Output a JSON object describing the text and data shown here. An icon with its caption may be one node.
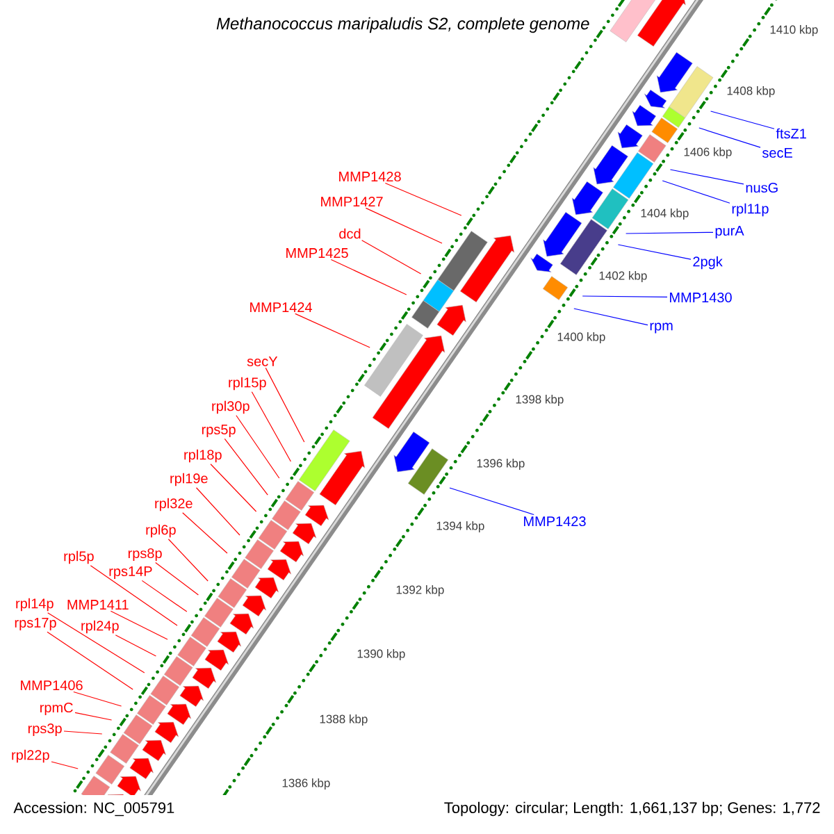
{
  "diagram": {
    "title": "Methanococcus maripaludis S2, complete genome",
    "nodes": [
      {
        "text": [
          "MMP1428"
        ]
      },
      {
        "text": [
          "MMP1427"
        ]
      },
      {
        "text": [
          "dcd"
        ]
      },
      {
        "text": [
          "MMP1425"
        ]
      },
      {
        "text": [
          "MMP1424"
        ]
      },
      {
        "text": [
          "secY"
        ]
      },
      {
        "text": [
          "rpl15p"
        ]
      },
      {
        "text": [
          "rpl30p"
        ]
      },
      {
        "text": [
          "rps5p"
        ]
      },
      {
        "text": [
          "rpl18p"
        ]
      },
      {
        "text": [
          "rpl19e"
        ]
      },
      {
        "text": [
          "rpl32e"
        ]
      },
      {
        "text": [
          "rpl6p"
        ]
      },
      {
        "text": [
          "rpl5p"
        ]
      },
      {
        "text": [
          "rps8p"
        ]
      },
      {
        "text": [
          "rps14P"
        ]
      },
      {
        "text": [
          "rpl14p"
        ]
      },
      {
        "text": [
          "MMP1411"
        ]
      },
      {
        "text": [
          "rps17p"
        ]
      },
      {
        "text": [
          "rpl24p"
        ]
      },
      {
        "text": [
          "MMP1406"
        ]
      },
      {
        "text": [
          "rpmC"
        ]
      },
      {
        "text": [
          "rps3p"
        ]
      },
      {
        "text": [
          "rpl22p"
        ]
      },
      {
        "text": [
          "ftsZ1"
        ]
      },
      {
        "text": [
          "secE"
        ]
      },
      {
        "text": [
          "nusG"
        ]
      },
      {
        "text": [
          "rpl11p"
        ]
      },
      {
        "text": [
          "purA"
        ]
      },
      {
        "text": [
          "2pgk"
        ]
      },
      {
        "text": [
          "MMP1430"
        ]
      },
      {
        "text": [
          "rpm"
        ]
      },
      {
        "text": [
          "MMP1423"
        ]
      }
    ],
    "edges": [
      {
        "from": 0,
        "to": null,
        "arrow": "none"
      },
      {
        "from": 1,
        "to": null,
        "arrow": "none"
      },
      {
        "from": 2,
        "to": null,
        "arrow": "none"
      },
      {
        "from": 3,
        "to": null,
        "arrow": "none"
      },
      {
        "from": 4,
        "to": null,
        "arrow": "none"
      },
      {
        "from": 5,
        "to": null,
        "arrow": "none"
      },
      {
        "from": 6,
        "to": null,
        "arrow": "none"
      },
      {
        "from": 7,
        "to": null,
        "arrow": "none"
      },
      {
        "from": 8,
        "to": null,
        "arrow": "none"
      },
      {
        "from": 9,
        "to": null,
        "arrow": "none"
      },
      {
        "from": 10,
        "to": null,
        "arrow": "none"
      },
      {
        "from": 11,
        "to": null,
        "arrow": "none"
      },
      {
        "from": 12,
        "to": null,
        "arrow": "none"
      },
      {
        "from": 13,
        "to": null,
        "arrow": "none"
      },
      {
        "from": 14,
        "to": null,
        "arrow": "none"
      },
      {
        "from": 15,
        "to": null,
        "arrow": "none"
      },
      {
        "from": 16,
        "to": null,
        "arrow": "none"
      },
      {
        "from": 17,
        "to": null,
        "arrow": "none"
      },
      {
        "from": 18,
        "to": null,
        "arrow": "none"
      },
      {
        "from": 19,
        "to": null,
        "arrow": "none"
      },
      {
        "from": 20,
        "to": null,
        "arrow": "none"
      },
      {
        "from": 21,
        "to": null,
        "arrow": "none"
      },
      {
        "from": 22,
        "to": null,
        "arrow": "none"
      },
      {
        "from": 23,
        "to": null,
        "arrow": "none"
      },
      {
        "from": 24,
        "to": null,
        "arrow": "none",
        "color": "#0000ff"
      },
      {
        "from": 25,
        "to": null,
        "arrow": "none",
        "color": "#0000ff"
      },
      {
        "from": 26,
        "to": null,
        "arrow": "none",
        "color": "#0000ff"
      },
      {
        "from": 27,
        "to": null,
        "arrow": "none",
        "color": "#0000ff"
      },
      {
        "from": 28,
        "to": null,
        "arrow": "none",
        "color": "#0000ff"
      },
      {
        "from": 29,
        "to": null,
        "arrow": "none",
        "color": "#0000ff"
      },
      {
        "from": 30,
        "to": null,
        "arrow": "none",
        "color": "#0000ff"
      },
      {
        "from": 31,
        "to": null,
        "arrow": "none",
        "color": "#0000ff"
      },
      {
        "from": 32,
        "to": null,
        "arrow": "none",
        "color": "#0000ff"
      }
    ],
    "labels": [
      "1410 kbp",
      "1408 kbp",
      "1406 kbp",
      "1404 kbp",
      "1402 kbp",
      "1400 kbp",
      "1398 kbp",
      "1396 kbp",
      "1394 kbp",
      "1392 kbp",
      "1390 kbp",
      "1388 kbp",
      "1386 kbp",
      "Accession: NC_005791",
      "Topology: circular; Length: 1,661,137 bp; Genes: 1,772"
    ]
  }
}
